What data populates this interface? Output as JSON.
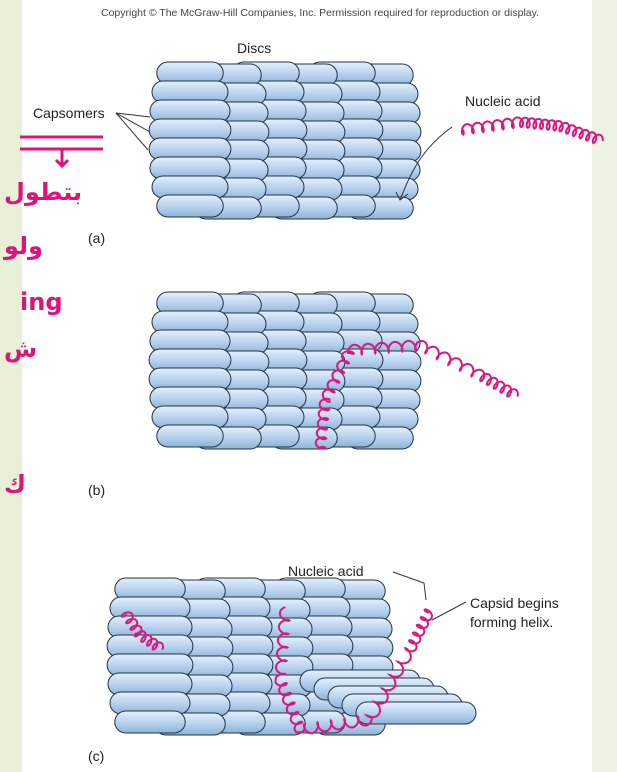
{
  "copyright": "Copyright © The McGraw-Hill Companies, Inc. Permission required for reproduction or display.",
  "labels": {
    "discs": "Discs",
    "capsomers": "Capsomers",
    "nucleic_acid_a": "Nucleic acid",
    "nucleic_acid_c": "Nucleic acid",
    "capsid_helix_line1": "Capsid begins",
    "capsid_helix_line2": "forming helix."
  },
  "panels": [
    "(a)",
    "(b)",
    "(c)"
  ],
  "annotations": [
    "بتطول",
    "ولو",
    "ing",
    "ش",
    "ك"
  ],
  "colors": {
    "capsomer_fill": "#b9d3ef",
    "capsomer_stroke": "#223344",
    "nucleic_acid": "#d6197e",
    "annotation_ink": "#e0127a"
  }
}
